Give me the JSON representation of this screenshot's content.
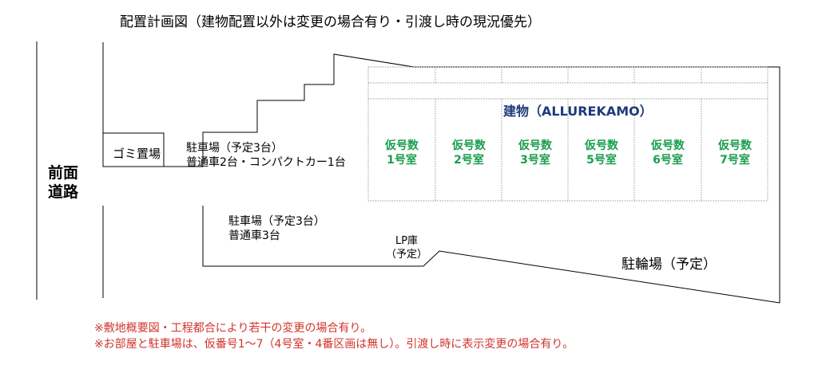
{
  "title": "配置計画図（建物配置以外は変更の場合有り・引渡し時の現況優先）",
  "road": {
    "line1": "前面",
    "line2": "道路"
  },
  "garbage": "ゴミ置場",
  "parking_north": {
    "line1": "駐車場（予定3台）",
    "line2": "普通車2台・コンパクトカー1台"
  },
  "parking_south": {
    "line1": "駐車場（予定3台）",
    "line2": "普通車3台"
  },
  "lp_storage": {
    "line1": "LP庫",
    "line2": "（予定）"
  },
  "bicycle_parking": "駐輪場（予定）",
  "building": {
    "name": "建物（ALLUREKAMO）",
    "rooms": [
      {
        "line1": "仮号数",
        "line2": "1号室"
      },
      {
        "line1": "仮号数",
        "line2": "2号室"
      },
      {
        "line1": "仮号数",
        "line2": "3号室"
      },
      {
        "line1": "仮号数",
        "line2": "5号室"
      },
      {
        "line1": "仮号数",
        "line2": "6号室"
      },
      {
        "line1": "仮号数",
        "line2": "7号室"
      }
    ]
  },
  "notes": [
    "※敷地概要図・工程都合により若干の変更の場合有り。",
    "※お部屋と駐車場は、仮番号1〜7（4号室・4番区画は無し）。引渡し時に表示変更の場合有り。"
  ],
  "colors": {
    "building_label": "#1f3a7a",
    "room_label": "#1b9d4e",
    "notes": "#d0342c"
  }
}
